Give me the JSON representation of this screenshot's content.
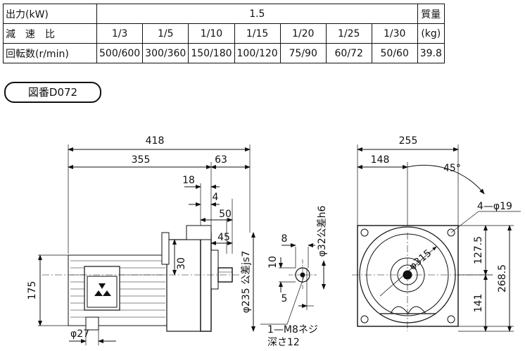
{
  "spec_table": {
    "output_label": "出力(kW)",
    "output_value": "1.5",
    "mass_label": "質量",
    "mass_unit": "(kg)",
    "ratio_label": "減速比",
    "ratios": [
      "1/3",
      "1/5",
      "1/10",
      "1/15",
      "1/20",
      "1/25",
      "1/30"
    ],
    "speed_label": "回転数(r/min)",
    "speeds": [
      "500/600",
      "300/360",
      "150/180",
      "100/120",
      "75/90",
      "60/72",
      "50/60"
    ],
    "mass_value": "39.8"
  },
  "drawing_number": "図番D072",
  "dimensions": {
    "total_length": "418",
    "d355": "355",
    "d63": "63",
    "d18": "18",
    "d4": "4",
    "d50": "50",
    "d45": "45",
    "d30": "30",
    "d175": "175",
    "phi27": "φ27",
    "flange_dia": "φ235 公差js7",
    "d8": "8",
    "d10": "10",
    "d5": "5",
    "shaft_dia": "φ32公差h6",
    "tap": "1—M8ネジ",
    "tap_depth": "深さ12",
    "width": "255",
    "d148": "148",
    "angle": "45°",
    "holes": "4—φ19",
    "pcd": "φ315",
    "d127_5": "127.5",
    "d268_5": "268.5",
    "d141": "141"
  }
}
